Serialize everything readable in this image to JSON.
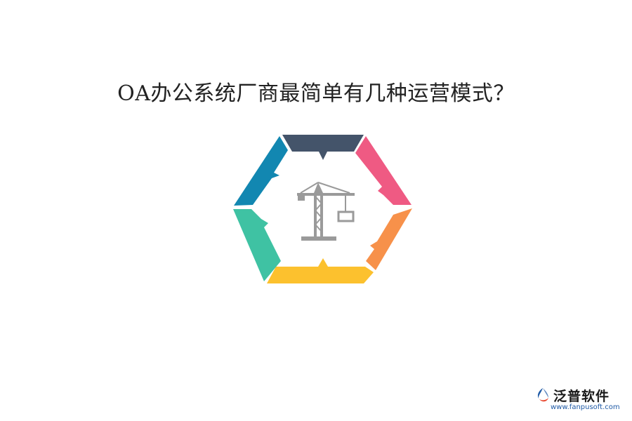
{
  "title": "OA办公系统厂商最简单有几种运营模式？",
  "diagram": {
    "center_icon": "crane-icon",
    "segments": [
      {
        "position": "top",
        "color": "#44546a"
      },
      {
        "position": "upper-right",
        "color": "#ef5a83"
      },
      {
        "position": "lower-right",
        "color": "#f7914a"
      },
      {
        "position": "bottom",
        "color": "#fcc12e"
      },
      {
        "position": "lower-left",
        "color": "#3fc2a3"
      },
      {
        "position": "upper-left",
        "color": "#1287b1"
      }
    ]
  },
  "brand": {
    "name": "泛普软件",
    "url": "www.fanpusoft.com",
    "logo_icon": "fanpu-logo-icon"
  }
}
